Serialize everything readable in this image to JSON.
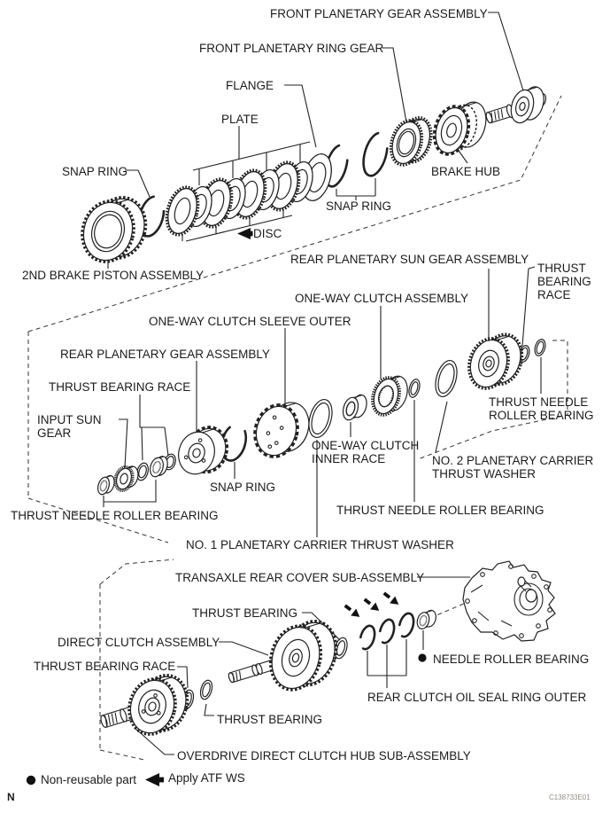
{
  "figure": {
    "bottom_left_mark": "N",
    "figure_code": "C138733E01"
  },
  "legend": {
    "non_reusable": "Non-reusable part",
    "apply_atf": "Apply ATF WS"
  },
  "labels": {
    "front_planetary_gear_assembly": "FRONT PLANETARY GEAR ASSEMBLY",
    "front_planetary_ring_gear": "FRONT PLANETARY RING GEAR",
    "flange": "FLANGE",
    "plate": "PLATE",
    "snap_ring_top_left": "SNAP RING",
    "brake_hub": "BRAKE HUB",
    "snap_ring_top_right": "SNAP RING",
    "disc": "DISC",
    "second_brake_piston_assembly": "2ND BRAKE PISTON ASSEMBLY",
    "rear_planetary_sun_gear_assembly": "REAR PLANETARY SUN GEAR ASSEMBLY",
    "thrust_bearing_race_right": "THRUST\nBEARING\nRACE",
    "one_way_clutch_assembly": "ONE-WAY CLUTCH ASSEMBLY",
    "one_way_clutch_sleeve_outer": "ONE-WAY CLUTCH SLEEVE OUTER",
    "rear_planetary_gear_assembly": "REAR PLANETARY GEAR ASSEMBLY",
    "thrust_bearing_race_middle": "THRUST BEARING RACE",
    "input_sun_gear": "INPUT SUN\nGEAR",
    "snap_ring_middle": "SNAP RING",
    "thrust_needle_roller_bearing_left": "THRUST NEEDLE ROLLER BEARING",
    "thrust_needle_roller_bearing_right": "THRUST NEEDLE\nROLLER BEARING",
    "one_way_clutch_inner_race": "ONE-WAY CLUTCH\nINNER RACE",
    "no2_planetary_carrier_thrust_washer": "NO. 2 PLANETARY CARRIER\nTHRUST WASHER",
    "thrust_needle_roller_bearing_center": "THRUST NEEDLE ROLLER BEARING",
    "no1_planetary_carrier_thrust_washer": "NO. 1 PLANETARY CARRIER THRUST WASHER",
    "transaxle_rear_cover_sub_assembly": "TRANSAXLE REAR COVER SUB-ASSEMBLY",
    "thrust_bearing_upper": "THRUST BEARING",
    "direct_clutch_assembly": "DIRECT CLUTCH ASSEMBLY",
    "thrust_bearing_race_bottom": "THRUST BEARING RACE",
    "needle_roller_bearing": "NEEDLE ROLLER BEARING",
    "rear_clutch_oil_seal_ring_outer": "REAR CLUTCH OIL SEAL RING OUTER",
    "thrust_bearing_lower": "THRUST BEARING",
    "overdrive_direct_clutch_hub_sub_assembly": "OVERDRIVE DIRECT CLUTCH HUB SUB-ASSEMBLY"
  }
}
